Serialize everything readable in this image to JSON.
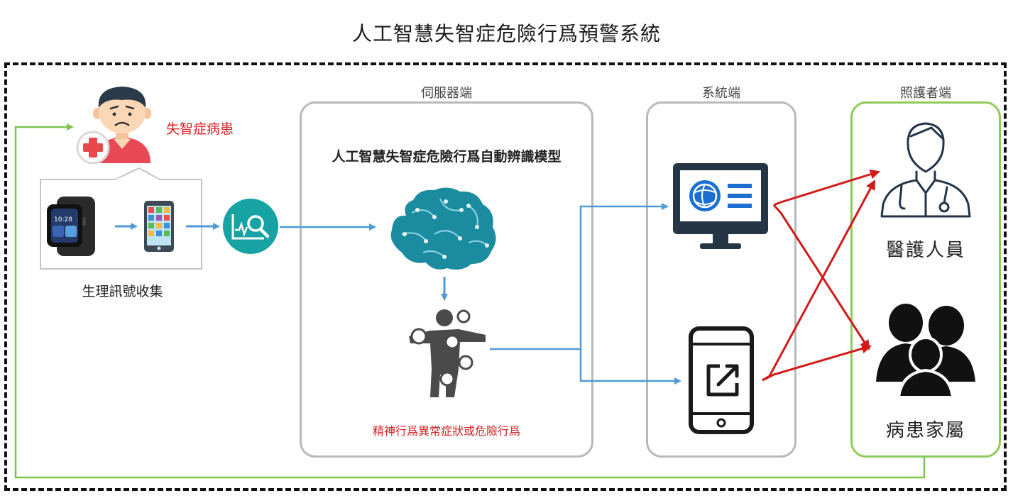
{
  "title": "人工智慧失智症危險行爲預警系統",
  "patient": {
    "label": "失智症病患"
  },
  "collection": {
    "label": "生理訊號收集"
  },
  "server": {
    "section_label": "伺服器端",
    "model_title": "人工智慧失智症危險行爲自動辨識模型",
    "output_label": "精神行爲異常症狀或危險行爲"
  },
  "system": {
    "section_label": "系統端"
  },
  "caregiver": {
    "section_label": "照護者端",
    "medical_staff": "醫護人員",
    "family": "病患家屬"
  },
  "colors": {
    "blue_arrow": "#4f9ad7",
    "red_arrow": "#d11a1a",
    "green_line": "#7cc34f",
    "teal": "#1aa5a5",
    "dark_navy": "#243447"
  },
  "icons": [
    "patient-avatar-icon",
    "medical-cross-icon",
    "smartwatch-icon",
    "smartphone-app-icon",
    "signal-analysis-icon",
    "ai-brain-icon",
    "body-motion-icon",
    "monitor-icon",
    "mobile-share-icon",
    "doctor-icon",
    "family-group-icon"
  ]
}
